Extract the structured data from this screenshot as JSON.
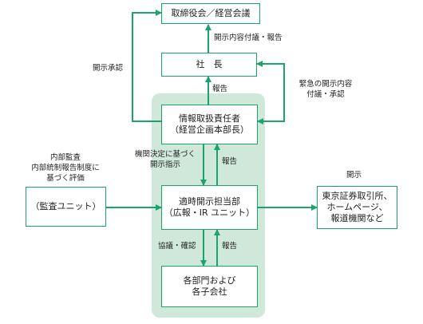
{
  "boxes": {
    "board": "取締役会／経営会議",
    "president": "社　長",
    "info_officer": "情報取扱責任者\n（経営企画本部長）",
    "disclosure": "適時開示担当部\n（広報・IR ユニット）",
    "departments": "各部門および\n各子会社",
    "audit": "（監査ユニット）",
    "external": "東京証券取引所、\nホームページ、\n報道機関など"
  },
  "labels": {
    "approval": "開示承認",
    "content_report": "開示内容付議・報告",
    "report_president": "報告",
    "emergency": "緊急の開示内容\n付議・承認",
    "audit_heading": "内部監査\n内部統制報告制度に\n基づく評価",
    "instruction": "機関決定に基づく\n開示指示",
    "report_disclosure": "報告",
    "consult": "協議・確認",
    "report_departments": "報告",
    "disclose": "開示"
  },
  "colors": {
    "accent": "#1aa46a",
    "panel": "#cfe8da"
  }
}
